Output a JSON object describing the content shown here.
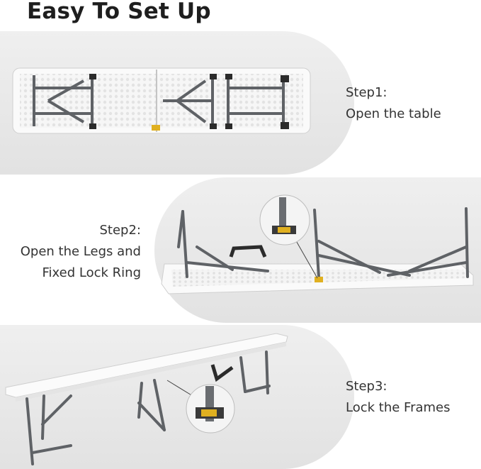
{
  "title": "Easy To Set Up",
  "steps": [
    {
      "heading": "Step1:",
      "line1": "Open the table"
    },
    {
      "heading": "Step2:",
      "line1": "Open the Legs and",
      "line2": "Fixed Lock Ring"
    },
    {
      "heading": "Step3:",
      "line1": "Lock the Frames"
    }
  ],
  "colors": {
    "panel": "#e6e6e6",
    "frame": "#5f6266",
    "tabletop": "#f8f8f8",
    "lock_ring": "#e0b020"
  }
}
